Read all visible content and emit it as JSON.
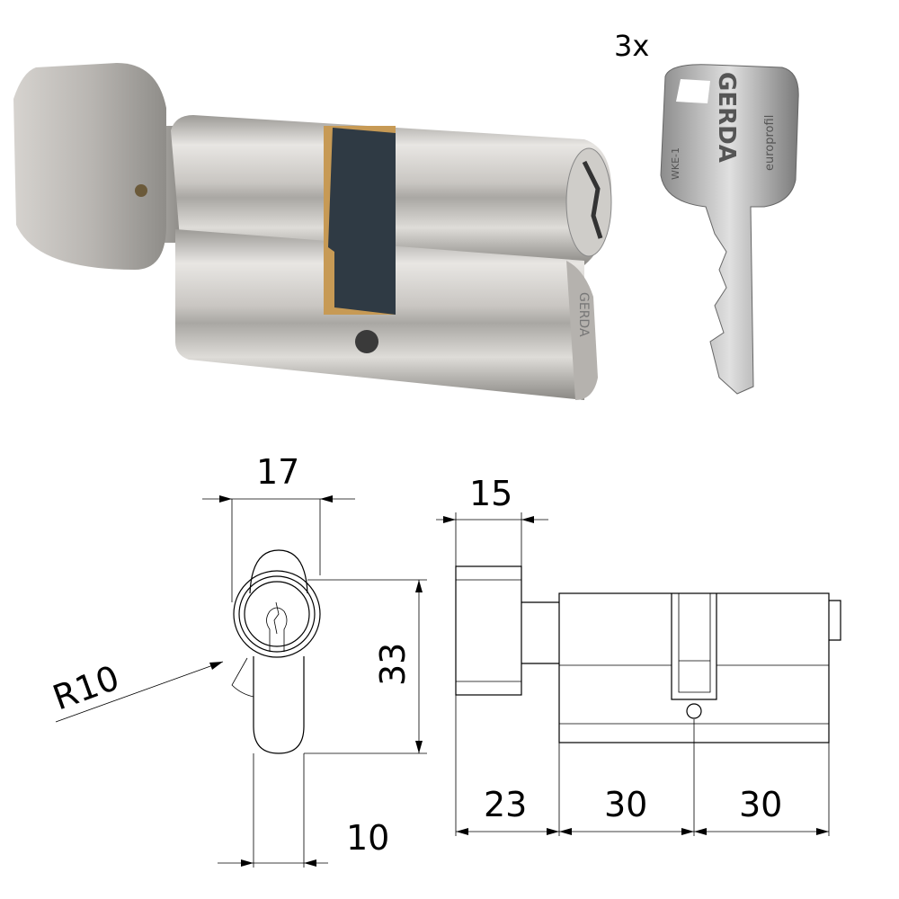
{
  "product": {
    "key_count_label": "3x",
    "key_brand": "GERDA",
    "key_model": "WKE-1",
    "key_profile": "europrofil",
    "cylinder_engraving": "GERDA"
  },
  "drawing": {
    "front_view": {
      "width_label": "17",
      "height_label": "33",
      "bottom_width_label": "10",
      "radius_label": "R10"
    },
    "side_view": {
      "knob_width_label": "15",
      "knob_length_label": "23",
      "left_body_label": "30",
      "right_body_label": "30"
    }
  },
  "colors": {
    "metal_light": "#e4e2df",
    "metal_dark": "#8e8c88",
    "cam": "#2f3a44",
    "line": "#000000"
  }
}
